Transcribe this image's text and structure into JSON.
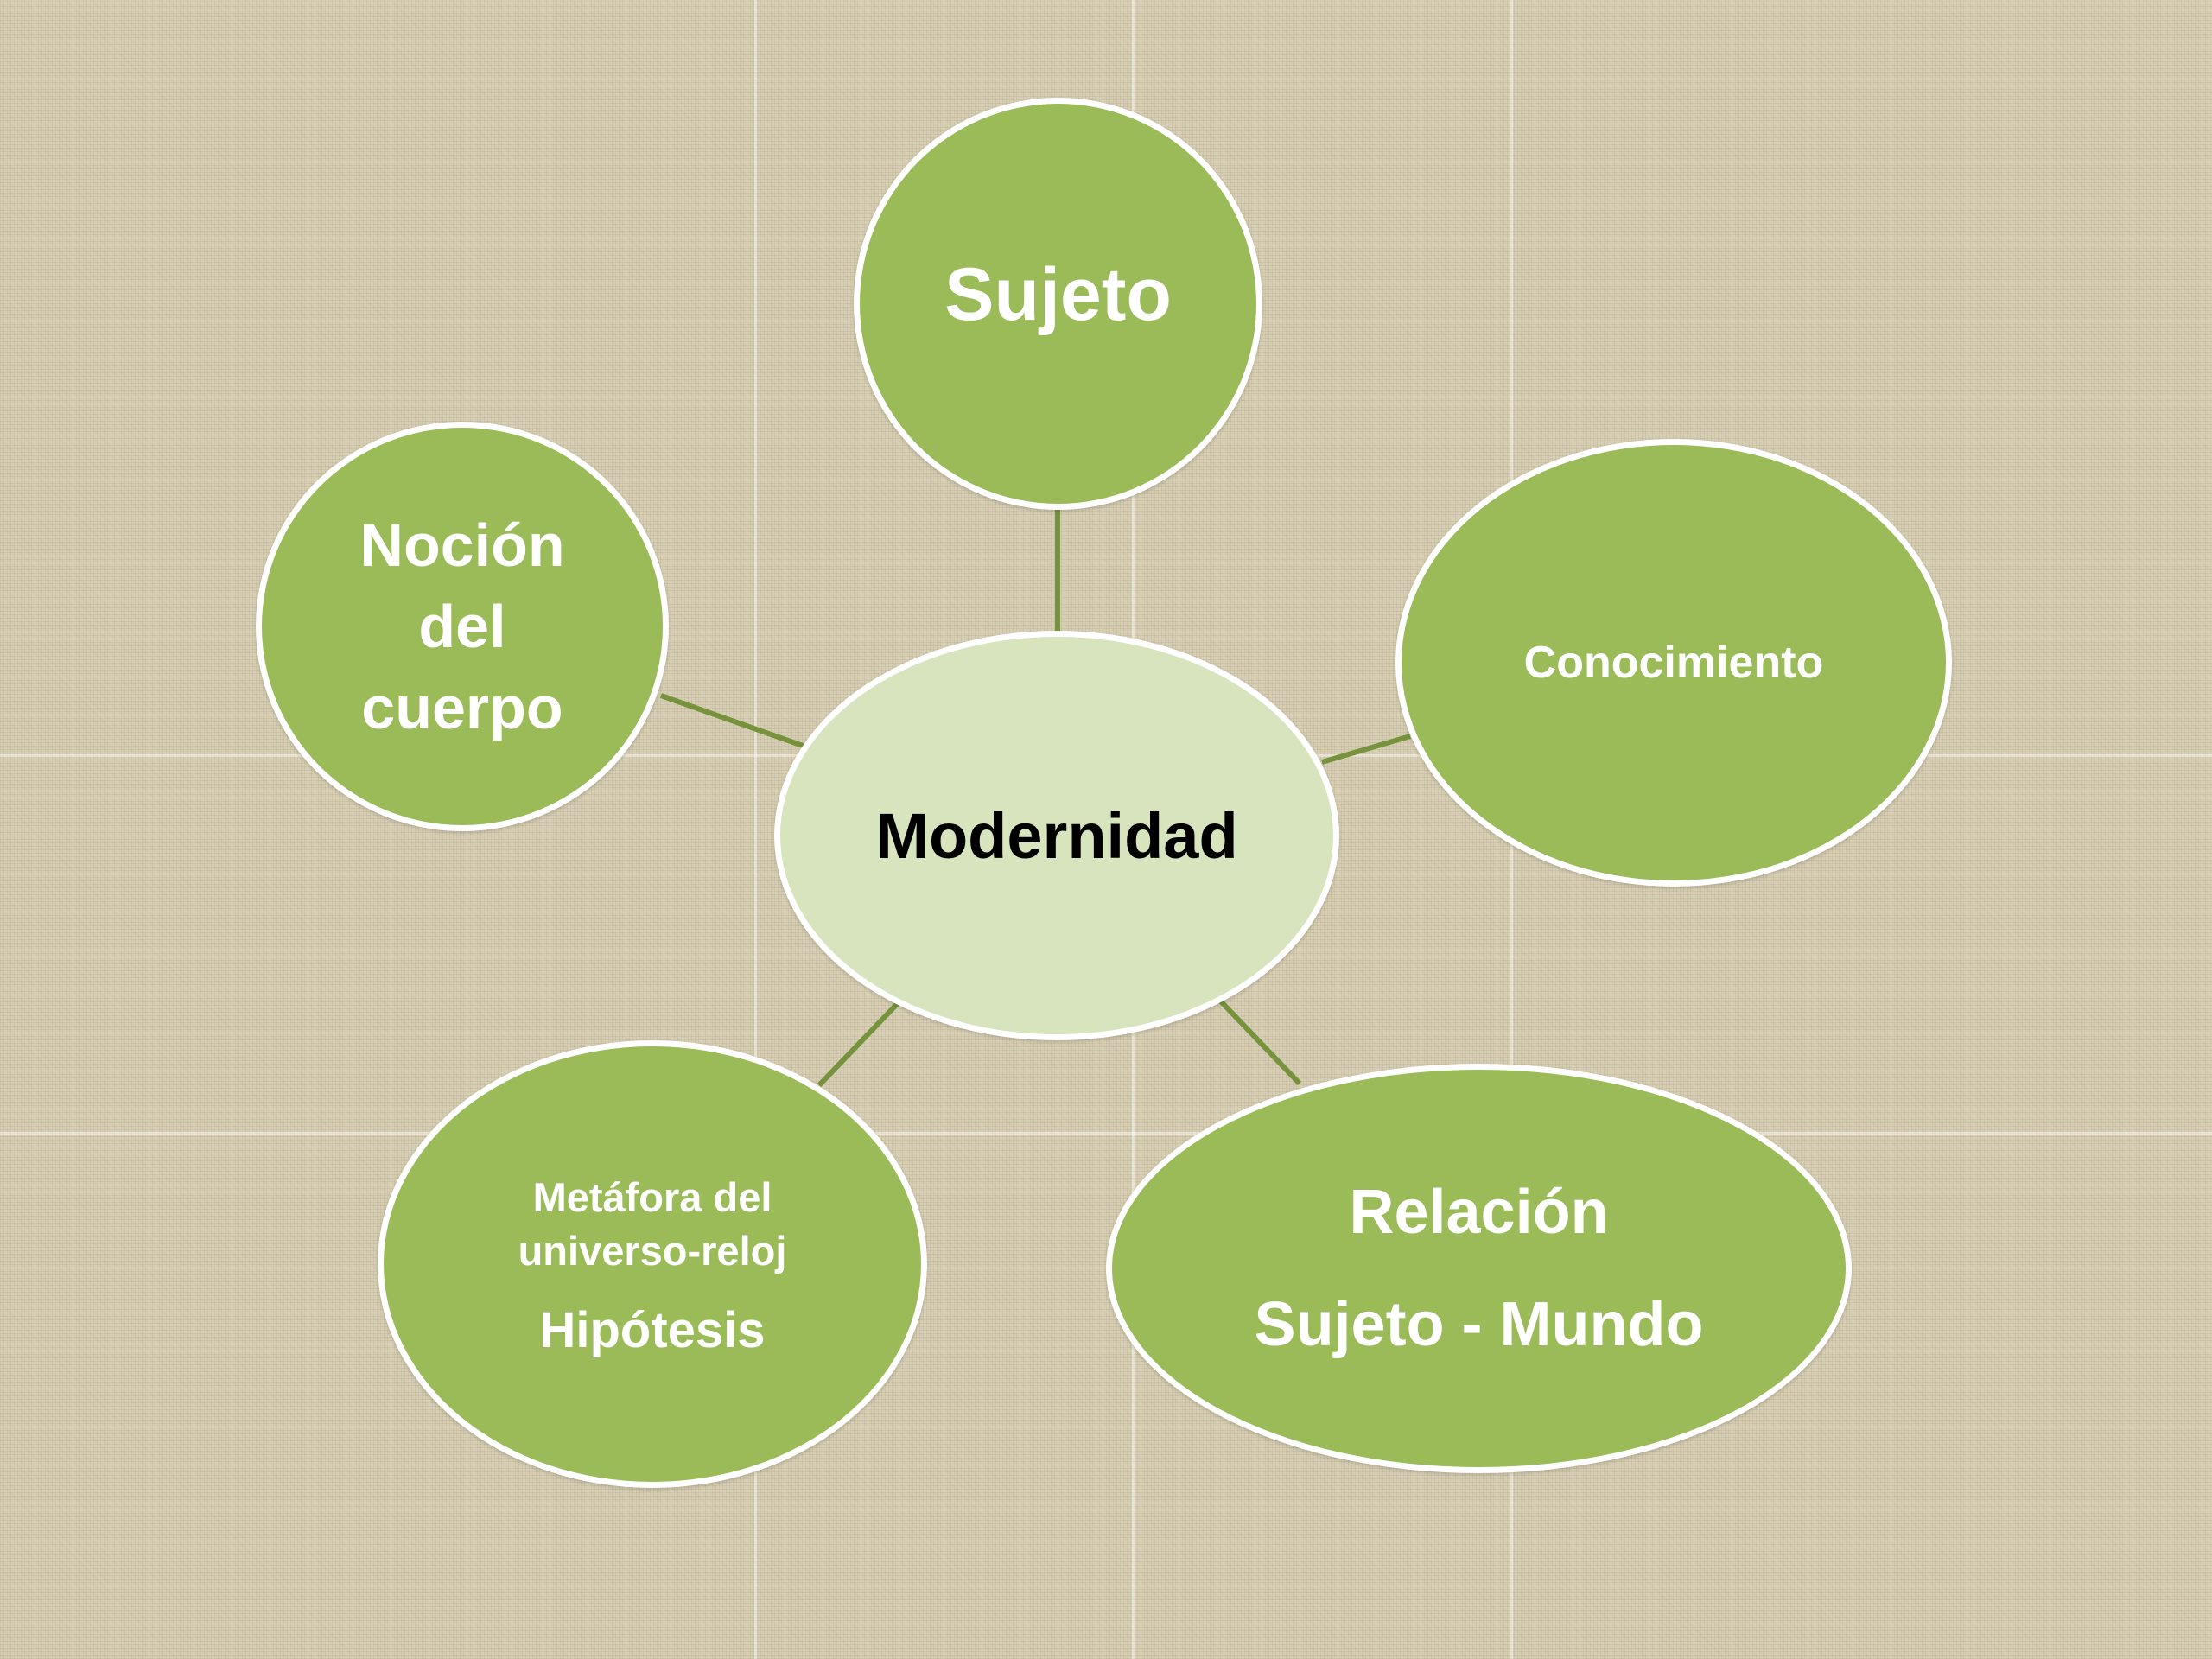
{
  "diagram": {
    "center": {
      "label": "Modernidad"
    },
    "nodes": {
      "sujeto": {
        "label": "Sujeto"
      },
      "nocion": {
        "lines": [
          "Noción",
          "del",
          "cuerpo"
        ]
      },
      "conocimiento": {
        "label": "Conocimiento"
      },
      "metafora": {
        "lines": [
          "Metáfora del",
          "universo-reloj"
        ],
        "sub": "Hipótesis"
      },
      "relacion": {
        "lines": [
          "Relación",
          "Sujeto - Mundo"
        ]
      }
    },
    "colors": {
      "node_fill": "#9bbb59",
      "center_fill": "#d7e4bd",
      "connector": "#76923c",
      "node_border": "#ffffff"
    }
  }
}
